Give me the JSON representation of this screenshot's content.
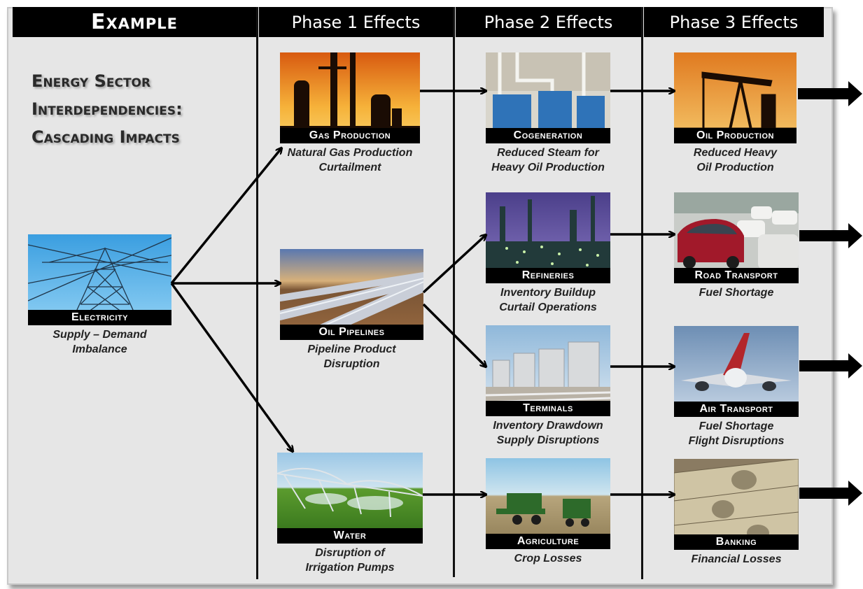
{
  "header": {
    "example": "Example",
    "phase1": "Phase 1 Effects",
    "phase2": "Phase 2 Effects",
    "phase3": "Phase 3 Effects"
  },
  "title": {
    "line1": "Energy Sector",
    "line2": "Interdependencies:",
    "line3": "Cascading Impacts"
  },
  "nodes": {
    "electricity": {
      "label": "Electricity",
      "caption": [
        "Supply – Demand",
        "Imbalance"
      ]
    },
    "gas_production": {
      "label": "Gas Production",
      "caption": [
        "Natural Gas Production",
        "Curtailment"
      ]
    },
    "oil_pipelines": {
      "label": "Oil Pipelines",
      "caption": [
        "Pipeline Product",
        "Disruption"
      ]
    },
    "water": {
      "label": "Water",
      "caption": [
        "Disruption of",
        "Irrigation Pumps"
      ]
    },
    "cogeneration": {
      "label": "Cogeneration",
      "caption": [
        "Reduced Steam for",
        "Heavy Oil Production"
      ]
    },
    "refineries": {
      "label": "Refineries",
      "caption": [
        "Inventory Buildup",
        "Curtail Operations"
      ]
    },
    "terminals": {
      "label": "Terminals",
      "caption": [
        "Inventory Drawdown",
        "Supply Disruptions"
      ]
    },
    "agriculture": {
      "label": "Agriculture",
      "caption": [
        "Crop Losses"
      ]
    },
    "oil_production": {
      "label": "Oil Production",
      "caption": [
        "Reduced Heavy",
        "Oil Production"
      ]
    },
    "road_transport": {
      "label": "Road Transport",
      "caption": [
        "Fuel Shortage"
      ]
    },
    "air_transport": {
      "label": "Air Transport",
      "caption": [
        "Fuel Shortage",
        "Flight Disruptions"
      ]
    },
    "banking": {
      "label": "Banking",
      "caption": [
        "Financial Losses"
      ]
    }
  },
  "icons": {
    "electricity": "power-pylon-icon",
    "gas_production": "gas-plant-sunset-icon",
    "oil_pipelines": "pipeline-icon",
    "water": "irrigation-icon",
    "cogeneration": "cogeneration-plant-icon",
    "refineries": "refinery-icon",
    "terminals": "storage-tanks-icon",
    "agriculture": "combine-harvester-icon",
    "oil_production": "pump-jack-icon",
    "road_transport": "traffic-icon",
    "air_transport": "airplane-icon",
    "banking": "money-icon"
  },
  "colors": {
    "header_bar": "#000000",
    "background": "#e6e6e6",
    "arrow": "#000000"
  }
}
